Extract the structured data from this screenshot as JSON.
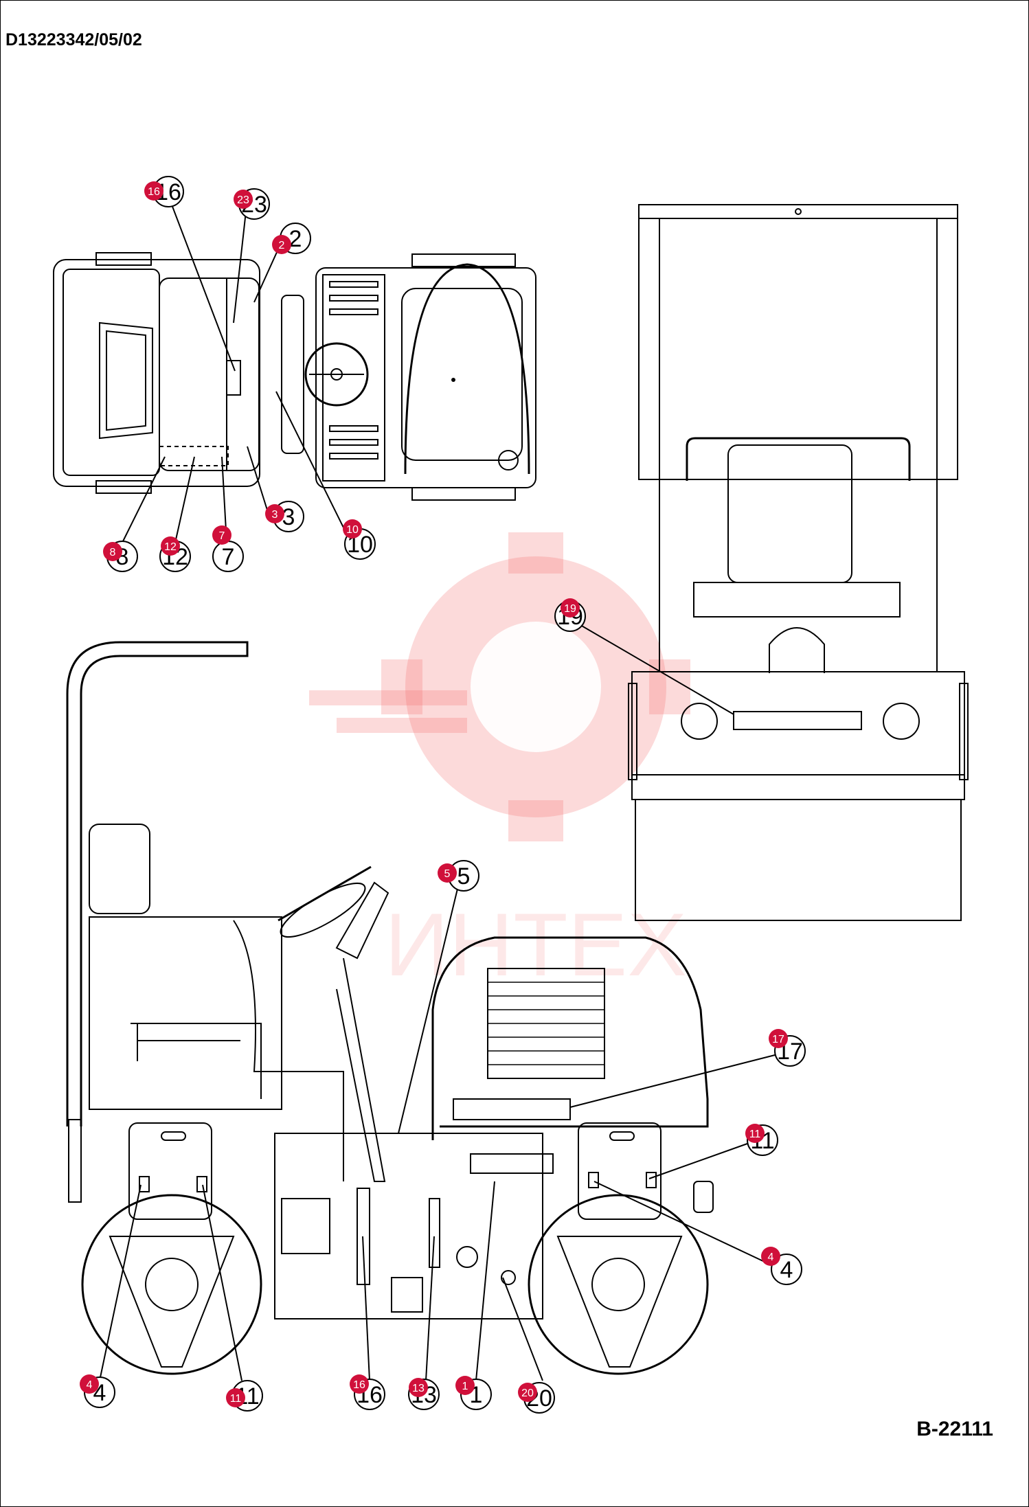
{
  "header": {
    "document_code": "D13223342/05/02"
  },
  "footer": {
    "drawing_number": "B-22111"
  },
  "watermark": {
    "text": "ИНТЕХ",
    "color": "#f26a6a"
  },
  "badge_color": "#d0103a",
  "callouts": {
    "top_view": [
      {
        "label": "16"
      },
      {
        "label": "23"
      },
      {
        "label": "2"
      },
      {
        "label": "3"
      },
      {
        "label": "10"
      },
      {
        "label": "8"
      },
      {
        "label": "12"
      },
      {
        "label": "7"
      }
    ],
    "front_view": [
      {
        "label": "19"
      }
    ],
    "side_view": [
      {
        "label": "5"
      },
      {
        "label": "17"
      },
      {
        "label": "11"
      },
      {
        "label": "4"
      },
      {
        "label": "4"
      },
      {
        "label": "11"
      },
      {
        "label": "16"
      },
      {
        "label": "13"
      },
      {
        "label": "1"
      },
      {
        "label": "20"
      }
    ]
  }
}
